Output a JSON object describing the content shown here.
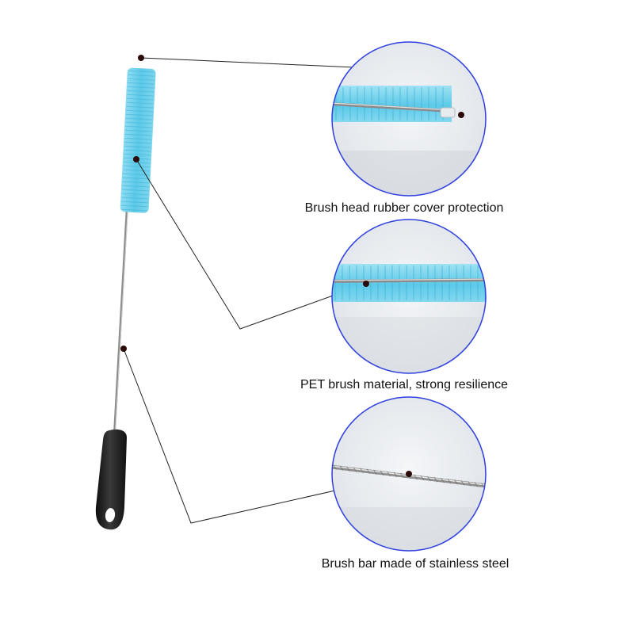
{
  "captions": [
    "Brush head rubber cover protection",
    "PET brush material, strong resilience",
    "Brush bar made of stainless steel"
  ],
  "colors": {
    "bristle": "#5cc9e8",
    "bristle_light": "#9fe2f3",
    "circle_border": "#2f3fe0",
    "handle": "#1c1c1c",
    "wire": "#9a9a9a",
    "leader_dot": "#2a0a0a"
  }
}
